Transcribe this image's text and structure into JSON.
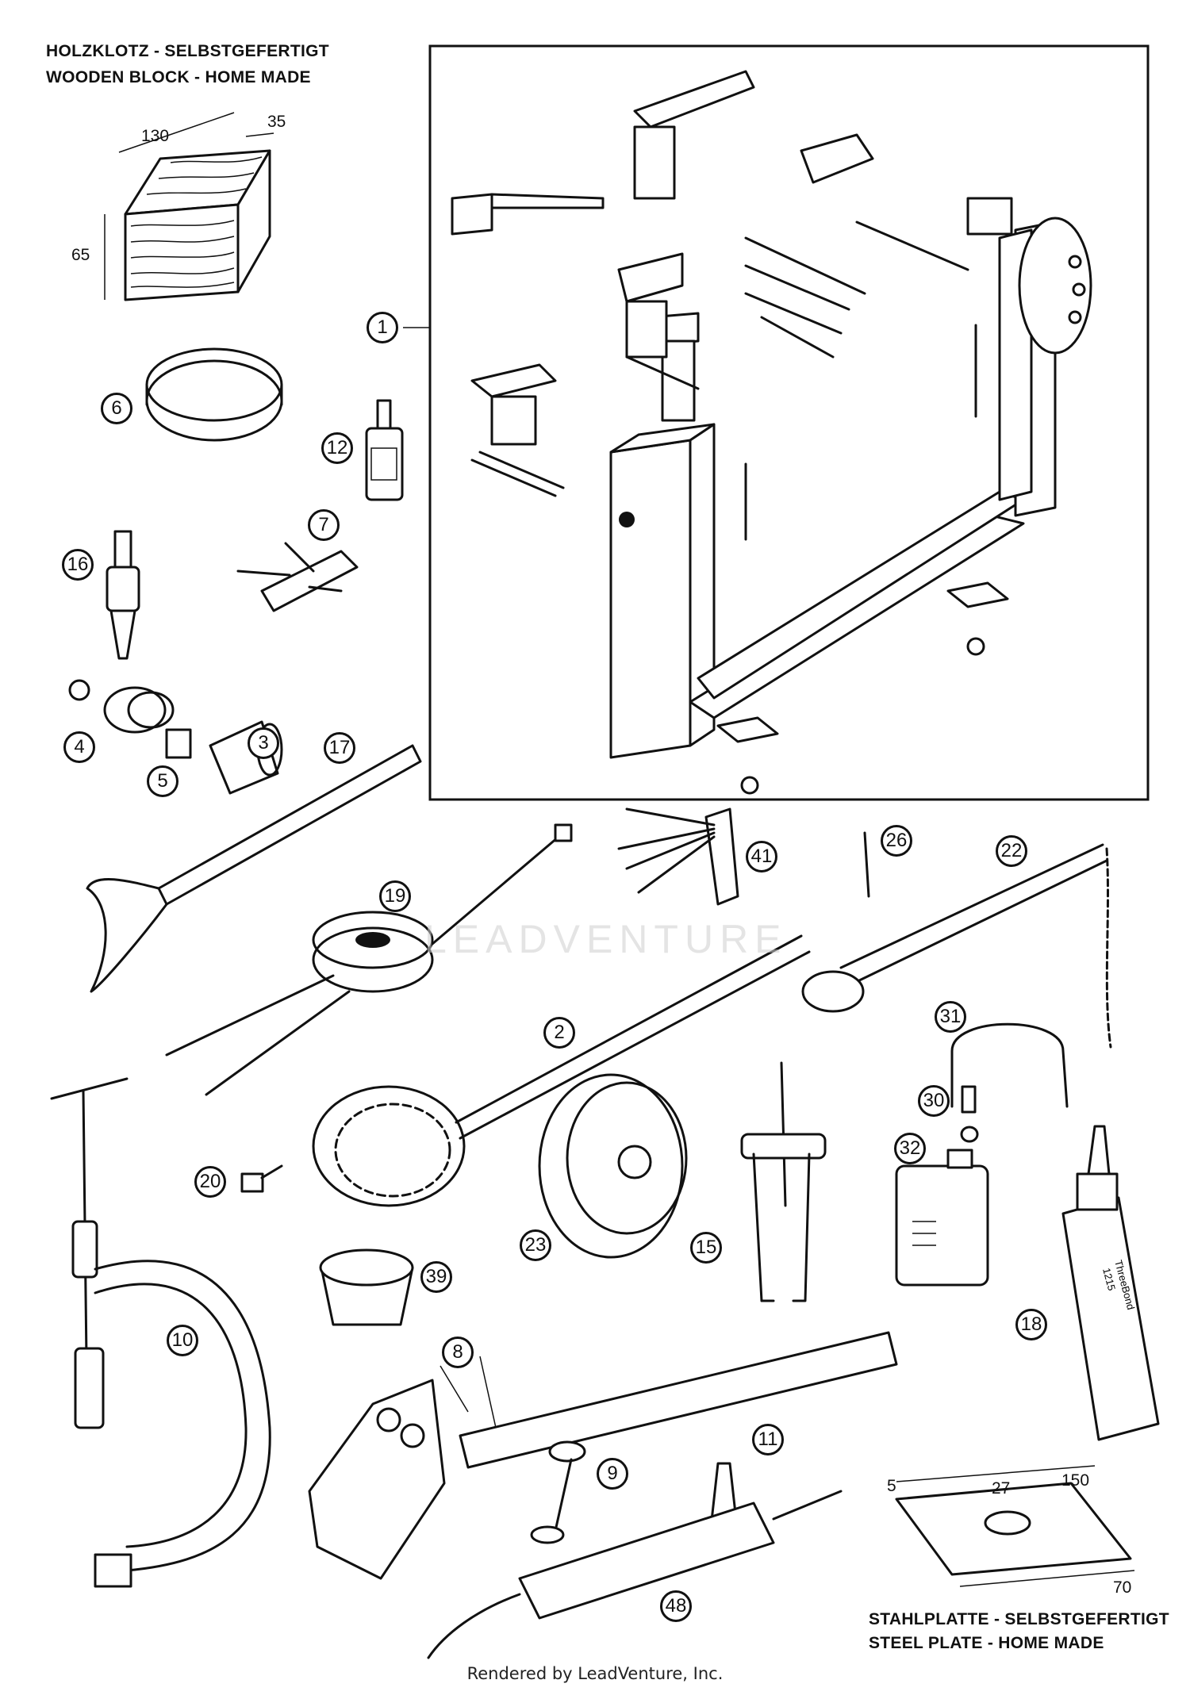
{
  "header": {
    "line_de": "HOLZKLOTZ - SELBSTGEFERTIGT",
    "line_en": "WOODEN BLOCK - HOME MADE"
  },
  "wooden_block_dims": {
    "length": "130",
    "width": "35",
    "height": "65"
  },
  "steel_plate": {
    "line_de": "STAHLPLATTE - SELBSTGEFERTIGT",
    "line_en": "STEEL PLATE - HOME MADE",
    "dims": {
      "thickness": "5",
      "hole": "27",
      "length": "150",
      "width": "70"
    }
  },
  "callouts": {
    "c1": "1",
    "c2": "2",
    "c3": "3",
    "c4": "4",
    "c5": "5",
    "c6": "6",
    "c7": "7",
    "c8": "8",
    "c9": "9",
    "c10": "10",
    "c11": "11",
    "c12": "12",
    "c15": "15",
    "c16": "16",
    "c17": "17",
    "c18": "18",
    "c19": "19",
    "c20": "20",
    "c22": "22",
    "c23": "23",
    "c26": "26",
    "c30": "30",
    "c31": "31",
    "c32": "32",
    "c39": "39",
    "c41": "41",
    "c48": "48"
  },
  "tube_label": {
    "brand": "ThreeBond",
    "code": "1215"
  },
  "watermark": "LEADVENTURE",
  "footer": "Rendered by LeadVenture, Inc."
}
